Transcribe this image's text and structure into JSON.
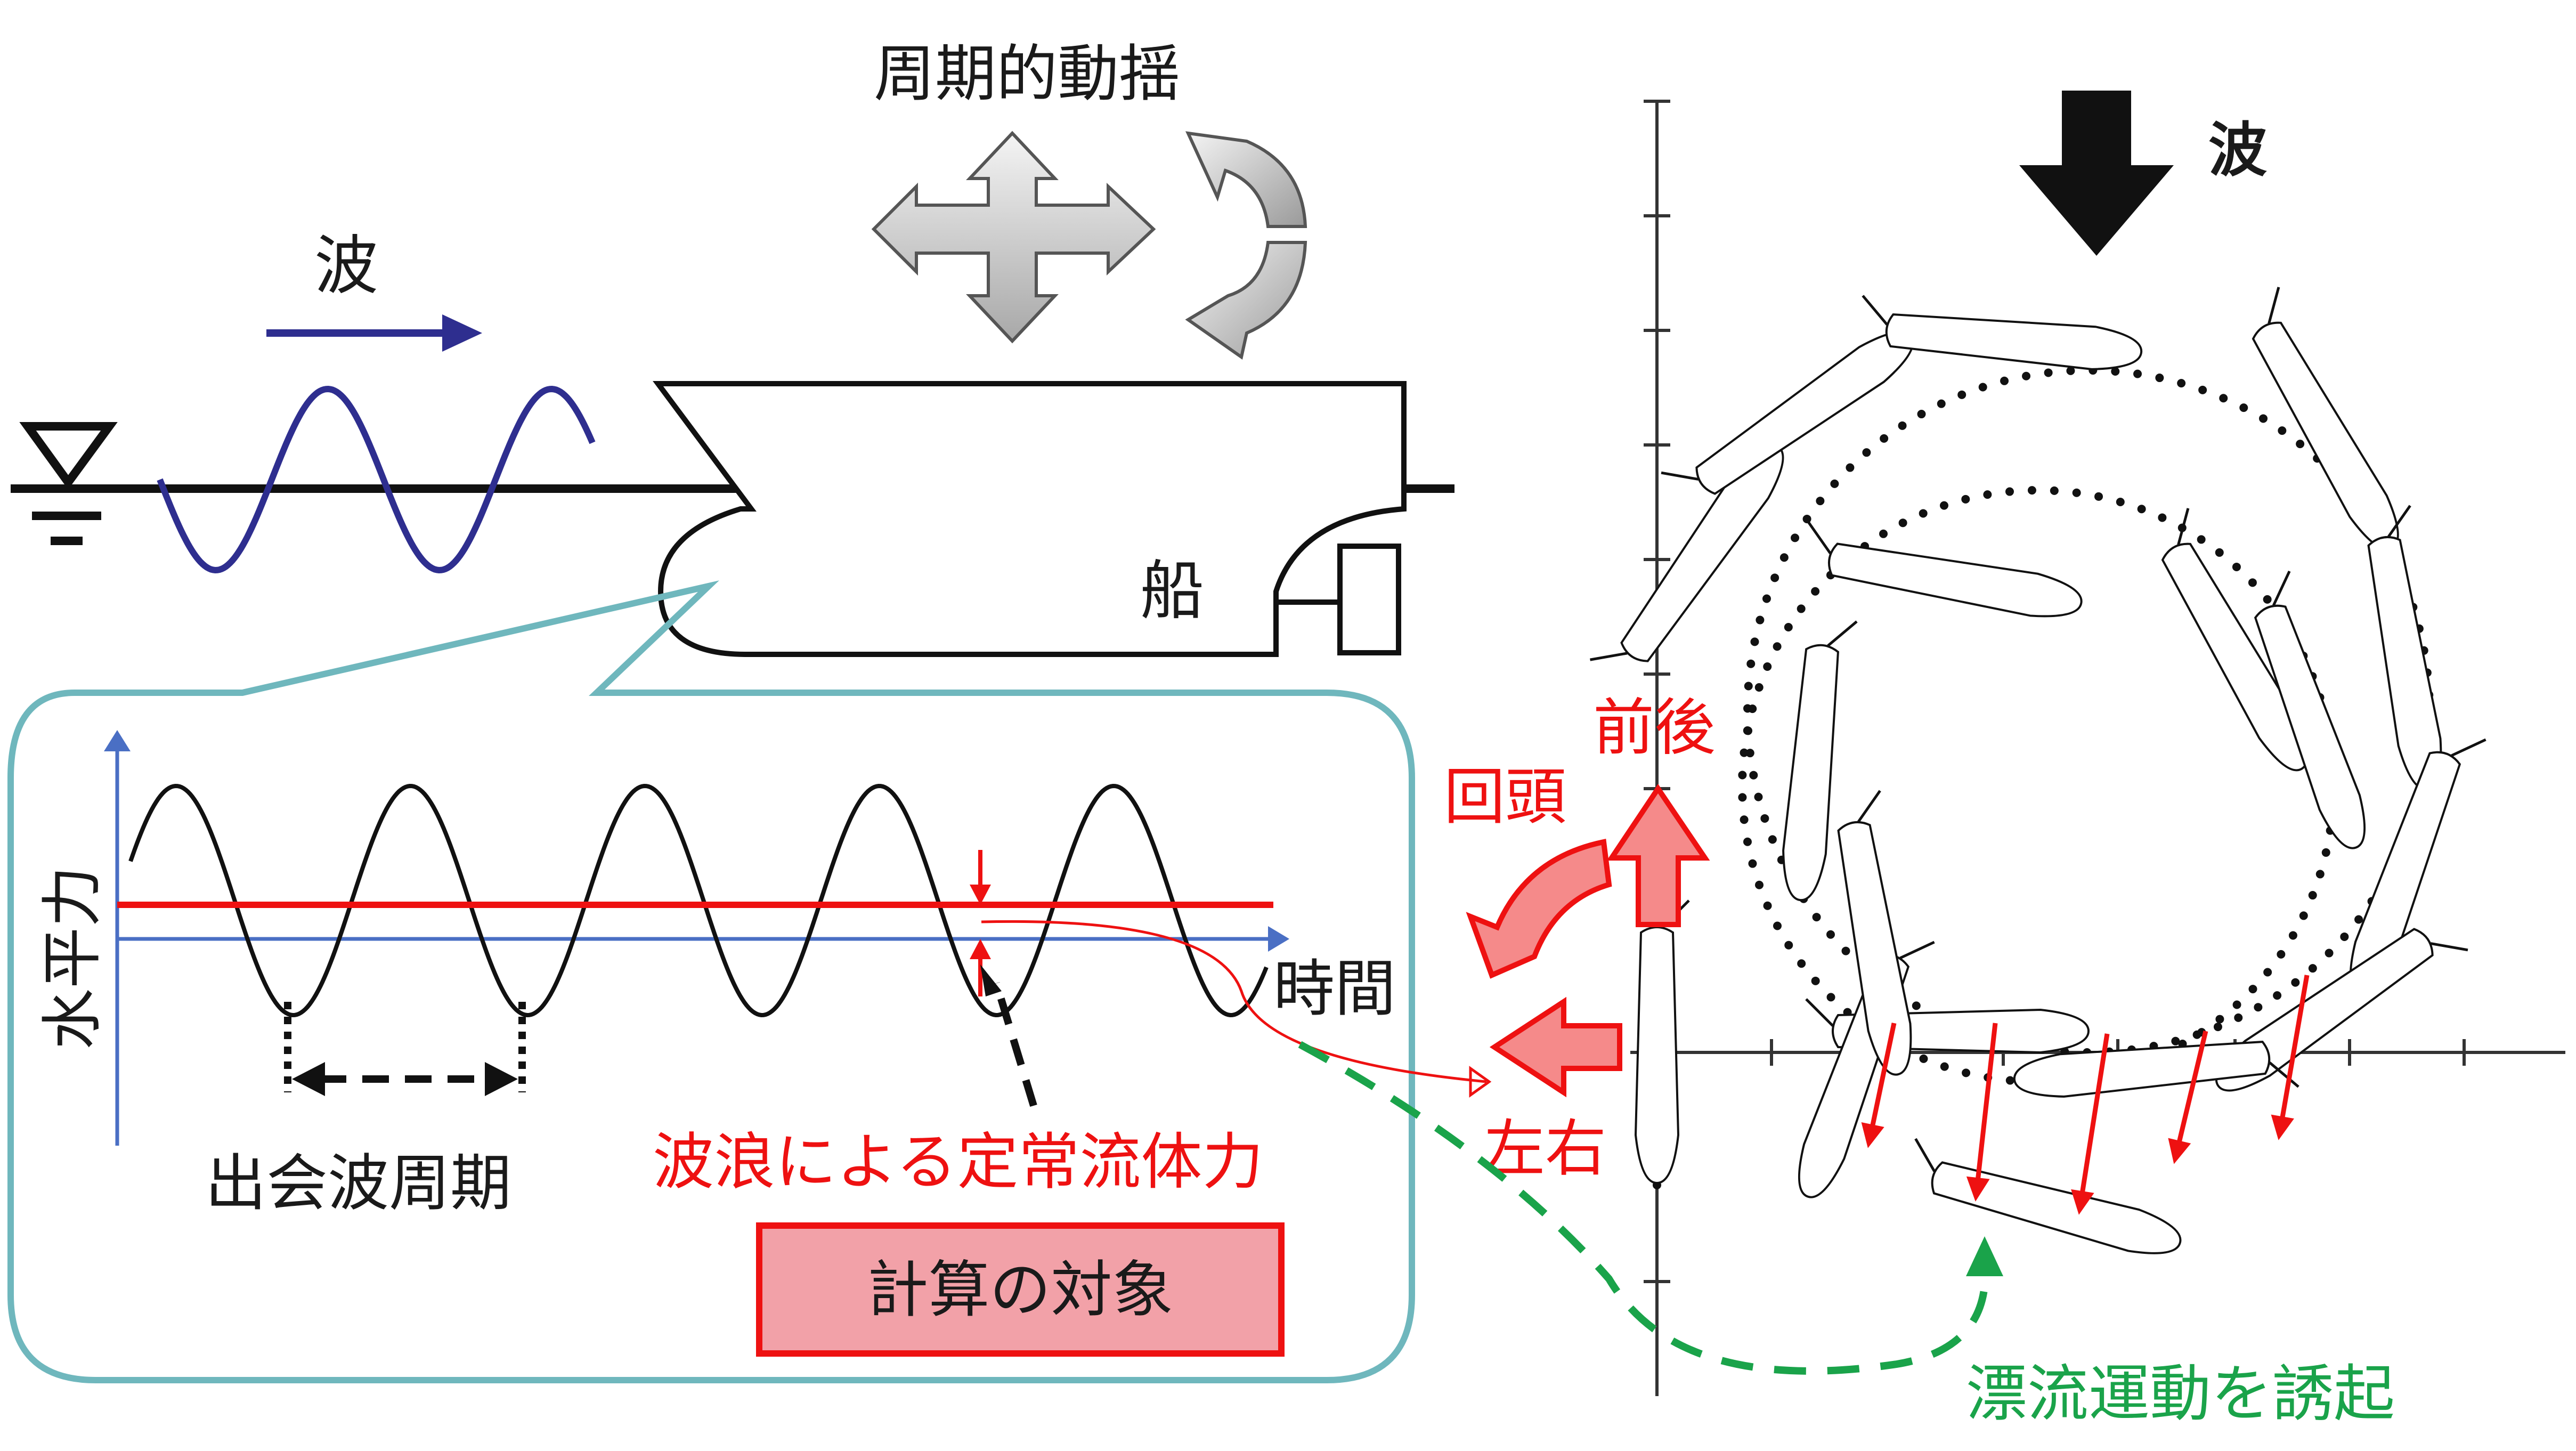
{
  "colors": {
    "wave": "#2e2e8f",
    "red": "#ee1111",
    "teal": "#6fb7bd",
    "green": "#1aa34a",
    "box_fill": "#f2a1a8",
    "arrow_fill": "#f58a8a",
    "axis_blue": "#4a6fc4"
  },
  "left": {
    "wave_label": "波",
    "motion_label": "周期的動揺",
    "ship_label": "船",
    "graph": {
      "y_axis_label": "水平力",
      "x_axis_label": "時間",
      "period_label": "出会波周期",
      "steady_force_label": "波浪による定常流体力",
      "target_label": "計算の対象"
    }
  },
  "right": {
    "wave_label": "波",
    "surge_label": "前後",
    "yaw_label": "回頭",
    "sway_label": "左右",
    "drift_label": "漂流運動を誘起"
  },
  "icons": [
    "water-level-icon",
    "four-way-arrow-icon",
    "rotation-arrow-icon",
    "down-arrow-icon"
  ]
}
